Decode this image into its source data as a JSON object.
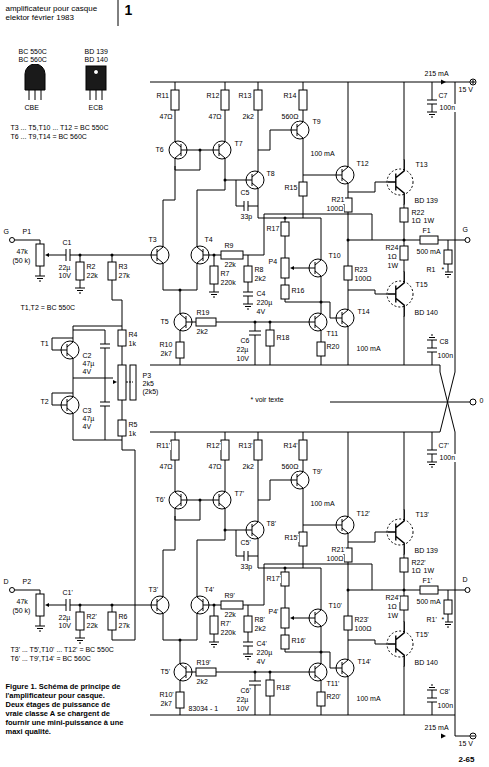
{
  "diagram": {
    "title": "amplificateur pour casque elektor février 1983",
    "caption": "Figure 1. Schéma de principe de l'amplificateur pour casque. Deux étages de puissance de vraie classe A se chargent de fournir une mini-puissance à une maxi qualité.",
    "labels": [
      "1",
      "BC 550C",
      "BC 560C",
      "BD 139",
      "BD 140",
      "CBE",
      "ECB",
      "T3 ... T5,T10 ... T12 = BC 550C",
      "T6 ... T9,T14 = BC 560C",
      "T1,T2 = BC 550C",
      "T1",
      "T2",
      "R4",
      "1k",
      "C2",
      "47µ",
      "4V",
      "C3",
      "47µ",
      "4V",
      "P3",
      "2k5",
      "(2k5)",
      "R5",
      "1k",
      "* voir texte",
      "0",
      "215 mA",
      "15 V",
      "215 mA",
      "15 V",
      "T3' ... T5',T10' ... T12' = BC 550C",
      "T6' ... T9',T14' = BC 560C",
      "83034 - 1",
      "2-65",
      "P1",
      "47k",
      "(50 k)",
      "C1",
      "22µ",
      "10V",
      "R2",
      "22k",
      "R3",
      "27k",
      "T3",
      "T4",
      "R9",
      "22k",
      "R7",
      "220k",
      "R11",
      "47Ω",
      "R12",
      "47Ω",
      "R13",
      "2k2",
      "T6",
      "T7",
      "T8",
      "C5",
      "33p",
      "R14",
      "560Ω",
      "T9",
      "100 mA",
      "T12",
      "T13",
      "BD 139",
      "C7",
      "100n",
      "R15",
      "R21",
      "100Ω",
      "R22",
      "1Ω",
      "1W",
      "R23",
      "100Ω",
      "R24",
      "1Ω",
      "1W",
      "F1",
      "500 mA",
      "R1",
      "*",
      "G",
      "R8",
      "2k2",
      "C4",
      "220µ",
      "4V",
      "P4",
      "R16",
      "R17",
      "T10",
      "T11",
      "T14",
      "T15",
      "BD 140",
      "100 mA",
      "T5",
      "R19",
      "2k2",
      "R10",
      "2k7",
      "C6",
      "22µ",
      "10V",
      "R18",
      "R20",
      "C8",
      "100n",
      "G",
      "P2",
      "47k",
      "(50 k)",
      "C1'",
      "22µ",
      "10V",
      "R2'",
      "22k",
      "R6",
      "27k",
      "T3'",
      "T4'",
      "R9'",
      "22k",
      "R7'",
      "220k",
      "R11'",
      "47Ω",
      "R12'",
      "47Ω",
      "R13'",
      "2k2",
      "T6'",
      "T7'",
      "T8'",
      "C5'",
      "33p",
      "R14'",
      "560Ω",
      "T9'",
      "100 mA",
      "T12'",
      "T13'",
      "BD 139",
      "C7'",
      "100n",
      "R15'",
      "R21'",
      "100Ω",
      "R22'",
      "1Ω",
      "1W",
      "R23'",
      "100Ω",
      "R24'",
      "1Ω",
      "1W",
      "F1'",
      "500 mA",
      "R1'",
      "*",
      "D",
      "R8'",
      "2k2",
      "C4'",
      "220µ",
      "4V",
      "P4'",
      "R16'",
      "R17'",
      "T10'",
      "T11'",
      "T14'",
      "T15'",
      "BD 140",
      "100 mA",
      "T5'",
      "R19'",
      "2k2",
      "R10'",
      "2k7",
      "C6'",
      "22µ",
      "10V",
      "R18'",
      "R20'",
      "C8'",
      "100n",
      "D"
    ]
  }
}
